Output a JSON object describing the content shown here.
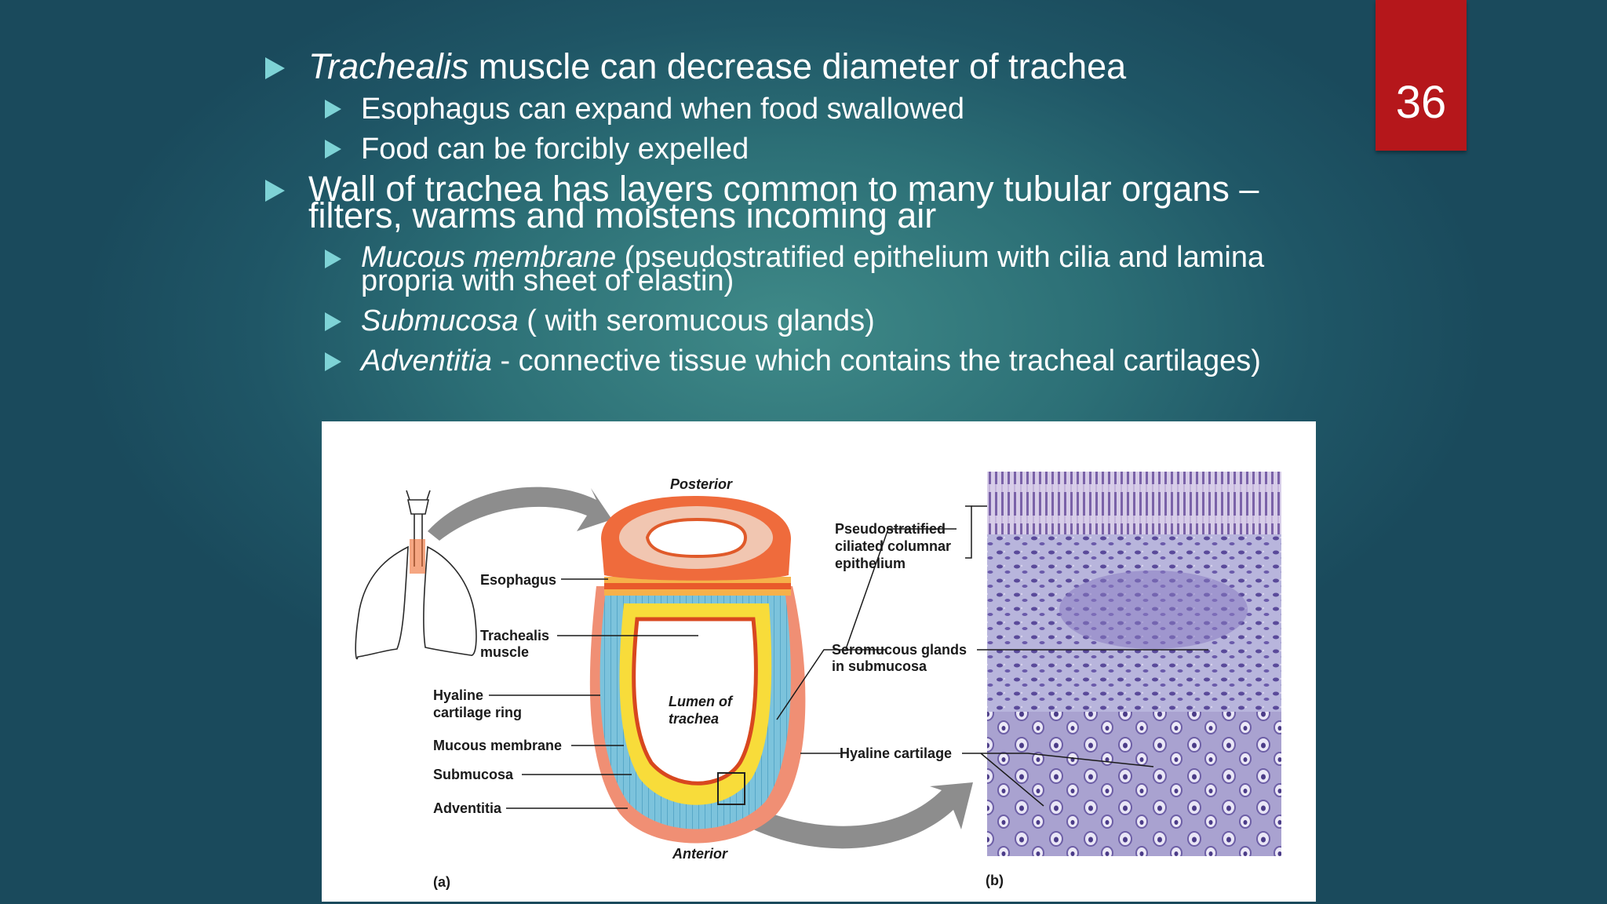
{
  "slide_number": "36",
  "bullets": [
    {
      "italic": "Trachealis",
      "rest": " muscle can decrease diameter of trachea"
    },
    {
      "text": "Esophagus can expand when food swallowed"
    },
    {
      "text": "Food can be forcibly expelled"
    },
    {
      "line1": "Wall of trachea has layers common to many tubular organs –",
      "line2": "filters, warms and moistens incoming air"
    },
    {
      "italic": "Mucous membrane",
      "rest1": " (pseudostratified epithelium with cilia and lamina",
      "line2": "propria with sheet of elastin)"
    },
    {
      "italic": "Submucosa",
      "rest": " ( with seromucous glands)"
    },
    {
      "italic": "Adventitia",
      "rest": " - connective tissue which contains the tracheal cartilages)"
    }
  ],
  "figure": {
    "posterior": "Posterior",
    "anterior": "Anterior",
    "esophagus": "Esophagus",
    "trachealis_1": "Trachealis",
    "trachealis_2": "muscle",
    "hyaline_ring_1": "Hyaline",
    "hyaline_ring_2": "cartilage ring",
    "mucous_membrane": "Mucous membrane",
    "submucosa": "Submucosa",
    "adventitia": "Adventitia",
    "lumen_1": "Lumen of",
    "lumen_2": "trachea",
    "pseudo_1": "Pseudostratified",
    "pseudo_2": "ciliated columnar",
    "pseudo_3": "epithelium",
    "seromucous_1": "Seromucous glands",
    "seromucous_2": "in submucosa",
    "hyaline_cartilage": "Hyaline cartilage",
    "panel_a": "(a)",
    "panel_b": "(b)"
  },
  "colors": {
    "accent_red": "#b5171b",
    "bullet_arrow": "#7ed3d6",
    "cartilage_blue": "#7cc3dc",
    "submucosa_yellow": "#f8dc3a",
    "mucosa_orange": "#ef6b2f",
    "micrograph_purple": "#9b93c8"
  }
}
